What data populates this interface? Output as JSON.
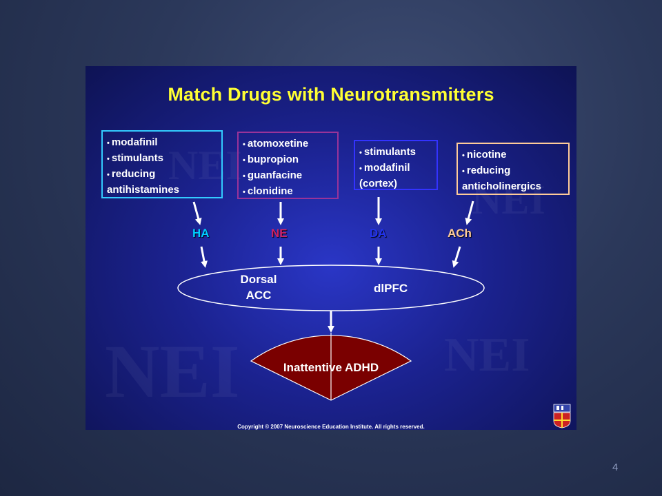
{
  "slide": {
    "title": "Match Drugs with Neurotransmitters",
    "watermark": "NEI",
    "copyright": "Copyright © 2007 Neuroscience Education Institute.  All rights reserved.",
    "drug_boxes": {
      "ha": {
        "items": [
          "modafinil",
          "stimulants",
          "reducing"
        ],
        "continuation": "antihistamines",
        "border_color": "#33ccff"
      },
      "ne": {
        "items": [
          "atomoxetine",
          "bupropion",
          "guanfacine",
          "clonidine"
        ],
        "border_color": "#993399"
      },
      "da": {
        "items": [
          "stimulants",
          "modafinil"
        ],
        "continuation": "(cortex)",
        "border_color": "#3333ff"
      },
      "ach": {
        "items": [
          "nicotine",
          "reducing"
        ],
        "continuation": "anticholinergics",
        "border_color": "#ffcc99"
      }
    },
    "neurotransmitters": {
      "ha": {
        "label": "HA",
        "color": "#00ccff"
      },
      "ne": {
        "label": "NE",
        "color": "#cc2266"
      },
      "da": {
        "label": "DA",
        "color": "#2233ee"
      },
      "ach": {
        "label": "ACh",
        "color": "#ffcc99"
      }
    },
    "regions": {
      "dorsal_line1": "Dorsal",
      "dorsal_line2": "ACC",
      "dlpfc": "dlPFC"
    },
    "outcome": {
      "label": "Inattentive ADHD",
      "color": "#7a0000"
    }
  },
  "page_number": "4"
}
